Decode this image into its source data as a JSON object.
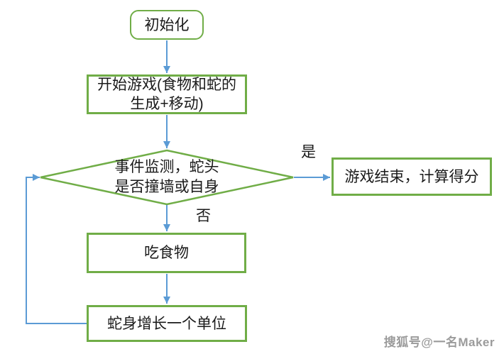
{
  "diagram": {
    "type": "flowchart",
    "nodes": [
      {
        "id": "start",
        "shape": "rounded-rect",
        "label": "初始化"
      },
      {
        "id": "start-game",
        "shape": "rect",
        "lines": [
          "开始游戏(食物和蛇的",
          "生成+移动)"
        ]
      },
      {
        "id": "event-check",
        "shape": "diamond",
        "lines": [
          "事件监测，蛇头",
          "是否撞墙或自身"
        ]
      },
      {
        "id": "game-over",
        "shape": "rect",
        "label": "游戏结束，计算得分"
      },
      {
        "id": "eat-food",
        "shape": "rect",
        "label": "吃食物"
      },
      {
        "id": "grow",
        "shape": "rect",
        "label": "蛇身增长一个单位"
      }
    ],
    "edges": [
      {
        "from": "start",
        "to": "start-game",
        "label": ""
      },
      {
        "from": "start-game",
        "to": "event-check",
        "label": ""
      },
      {
        "from": "event-check",
        "to": "game-over",
        "label": "是"
      },
      {
        "from": "event-check",
        "to": "eat-food",
        "label": "否"
      },
      {
        "from": "eat-food",
        "to": "grow",
        "label": ""
      },
      {
        "from": "grow",
        "to": "event-check",
        "label": ""
      }
    ],
    "edge_labels": {
      "yes": "是",
      "no": "否"
    }
  },
  "colors": {
    "node_border": "#70AD47",
    "arrow": "#5B9BD5",
    "text": "#1A1A1A",
    "watermark": "#9B9B9B"
  },
  "watermark": "搜狐号@一名Maker"
}
